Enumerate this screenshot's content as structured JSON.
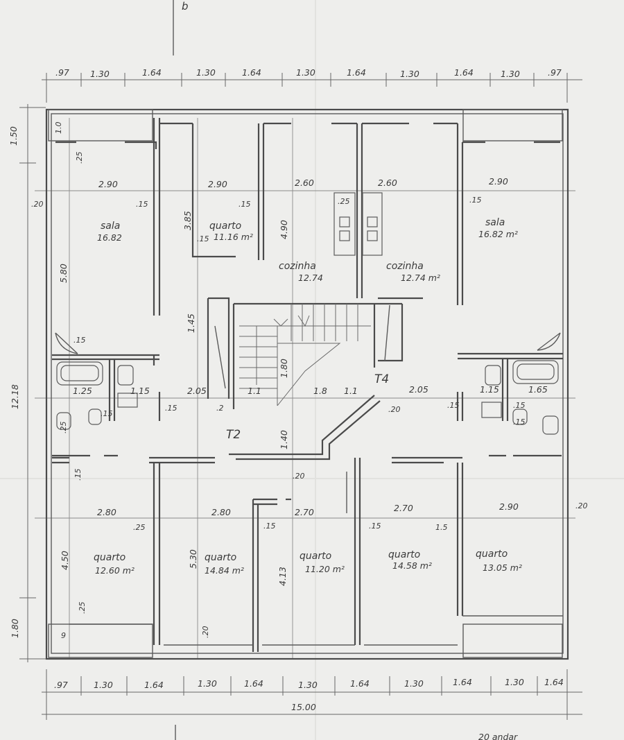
{
  "section_mark": "b",
  "top_dims": [
    ".97",
    "1.30",
    "1.64",
    "1.30",
    "1.64",
    "1.30",
    "1.64",
    "1.30",
    "1.64",
    "1.30",
    ".97"
  ],
  "bottom_dims": [
    ".97",
    "1.30",
    "1.64",
    "1.30",
    "1.64",
    "1.30",
    "1.64",
    "1.30",
    "1.64",
    "1.30",
    "1.64"
  ],
  "total_width": "15.00",
  "left_dims": {
    "top": "1.50",
    "total": "12.18",
    "bottom": "1.80"
  },
  "rooms": {
    "sala_left": {
      "name": "sala",
      "area": "16.82"
    },
    "quarto_top": {
      "name": "quarto",
      "area": "11.16 m²"
    },
    "cozinha_left": {
      "name": "cozinha",
      "area": "12.74"
    },
    "cozinha_right": {
      "name": "cozinha",
      "area": "12.74 m²"
    },
    "sala_right": {
      "name": "sala",
      "area": "16.82 m²"
    },
    "quarto_b1": {
      "name": "quarto",
      "area": "12.60 m²"
    },
    "quarto_b2": {
      "name": "quarto",
      "area": "14.84 m²"
    },
    "quarto_b3": {
      "name": "quarto",
      "area": "11.20 m²"
    },
    "quarto_b4": {
      "name": "quarto",
      "area": "14.58 m²"
    },
    "quarto_b5": {
      "name": "quarto",
      "area": "13.05 m²"
    }
  },
  "room_widths_top": [
    "2.90",
    "2.90",
    "2.60",
    "2.60",
    "2.90"
  ],
  "room_widths_bottom": [
    "2.80",
    "2.80",
    "2.70",
    "2.70",
    "2.90"
  ],
  "room_depths": {
    "sala_left": "5.80",
    "quarto_top": "3.85",
    "cozinha": "4.90",
    "hall": "1.45",
    "quarto_b1": "4.50",
    "quarto_b2": "5.30",
    "quarto_b3": "4.13"
  },
  "mid_row_dims": [
    "1.25",
    "1.15",
    "2.05",
    "1.1",
    "1.8",
    "1.1",
    "2.05",
    "1.15",
    "1.65"
  ],
  "stair_dims": {
    "landing": "1.80",
    "lower": "1.40"
  },
  "small_marks": [
    ".25",
    ".20",
    ".15",
    ".15",
    ".25",
    ".15",
    ".15",
    ".15",
    ".2",
    ".15",
    ".20",
    ".15",
    ".15",
    ".25",
    ".15",
    ".15",
    ".15",
    ".25",
    ".20",
    ".20",
    "1.0",
    "9",
    ".15",
    ".25",
    ".15",
    "1.5",
    ".20"
  ],
  "lift_labels": {
    "t2": "T2",
    "t4": "T4"
  },
  "footer_note": "20 andar"
}
